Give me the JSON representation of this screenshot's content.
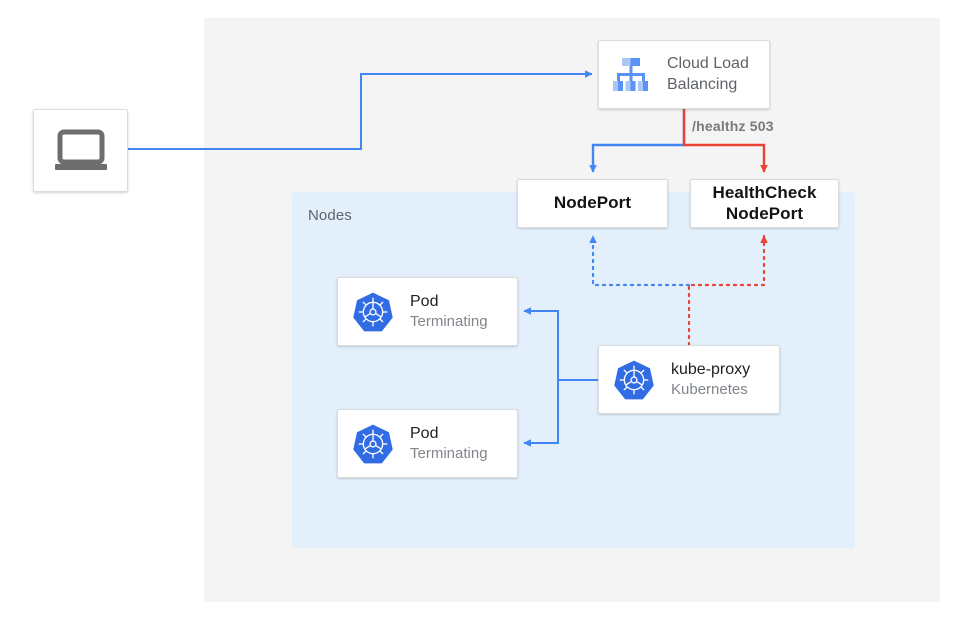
{
  "diagram": {
    "title": "Kubernetes NodePort and HealthCheck NodePort traffic flow with terminating pods",
    "colors": {
      "blue": "#4285f4",
      "red": "#ea4335",
      "kubernetes_blue": "#326ce5",
      "backdrop_gray": "#f4f4f4",
      "nodes_blue": "#e3f0fc",
      "icon_gray": "#6e6e6e",
      "text_gray": "#5f6368",
      "text_dark": "#202124"
    },
    "regions": {
      "nodes_label": "Nodes"
    },
    "nodes": {
      "client": {
        "icon": "laptop-icon"
      },
      "cloud_load_balancing": {
        "icon": "cloud-load-balancing-icon",
        "title_line1": "Cloud Load",
        "title_line2": "Balancing"
      },
      "nodeport": {
        "label": "NodePort"
      },
      "healthcheck_nodeport": {
        "label_line1": "HealthCheck",
        "label_line2": "NodePort"
      },
      "pod_top": {
        "icon": "kubernetes-icon",
        "title": "Pod",
        "subtitle": "Terminating"
      },
      "pod_bottom": {
        "icon": "kubernetes-icon",
        "title": "Pod",
        "subtitle": "Terminating"
      },
      "kube_proxy": {
        "icon": "kubernetes-icon",
        "title": "kube-proxy",
        "subtitle": "Kubernetes"
      }
    },
    "edges": {
      "healthz_status": "/healthz 503"
    }
  }
}
